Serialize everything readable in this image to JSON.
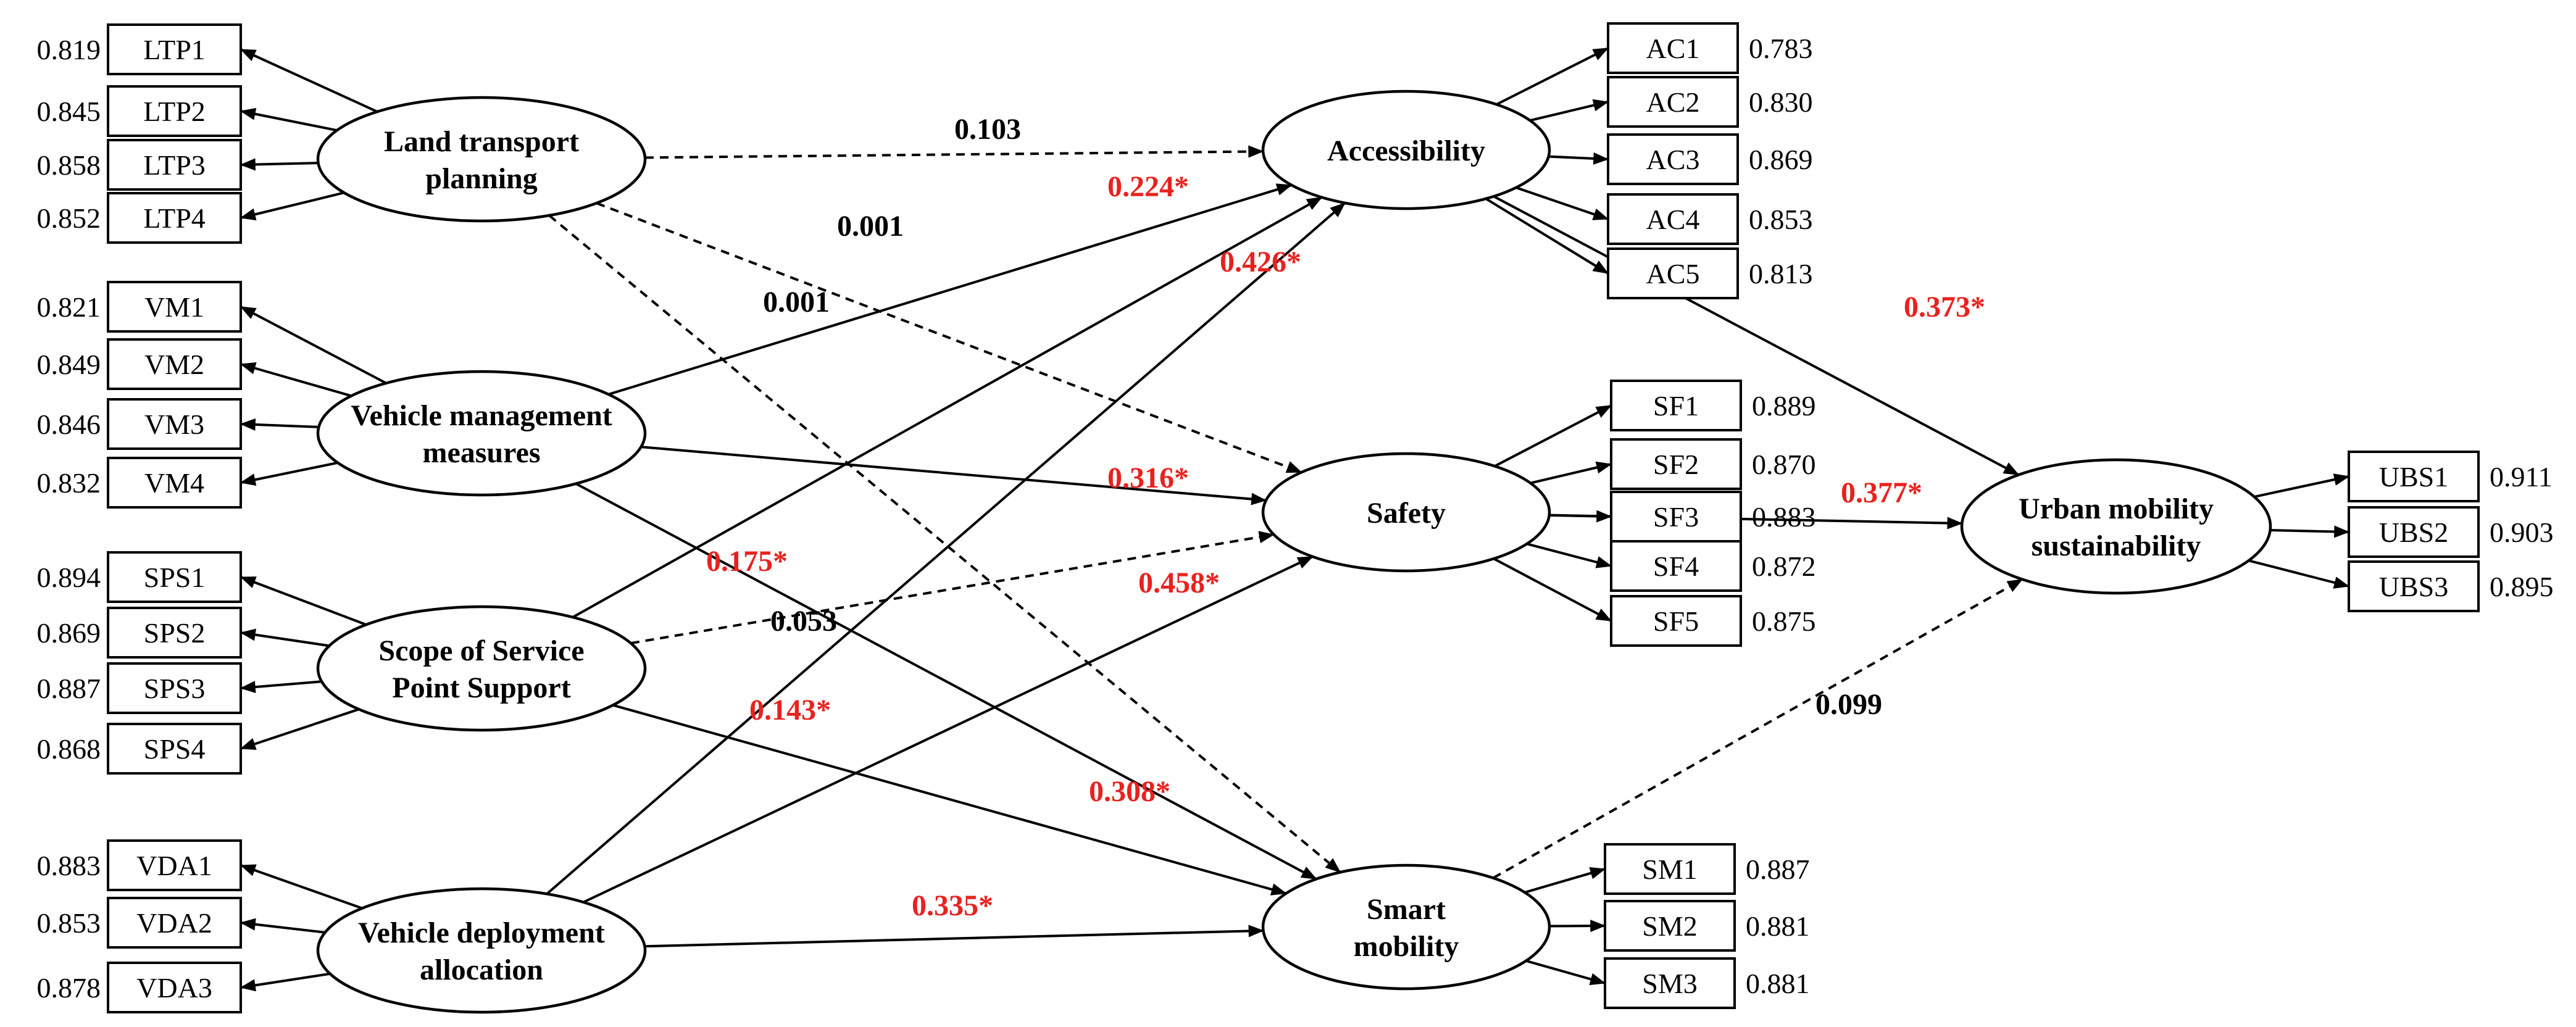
{
  "colors": {
    "significant": "#e8221f",
    "nonsignificant": "#000000"
  },
  "constructs": [
    {
      "id": "LTP",
      "lines": [
        "Land transport",
        "planning"
      ]
    },
    {
      "id": "VM",
      "lines": [
        "Vehicle management",
        "measures"
      ]
    },
    {
      "id": "SPS",
      "lines": [
        "Scope of Service",
        "Point Support"
      ]
    },
    {
      "id": "VDA",
      "lines": [
        "Vehicle deployment",
        "allocation"
      ]
    },
    {
      "id": "AC",
      "lines": [
        "Accessibility"
      ]
    },
    {
      "id": "SF",
      "lines": [
        "Safety"
      ]
    },
    {
      "id": "SM",
      "lines": [
        "Smart",
        "mobility"
      ]
    },
    {
      "id": "UBS",
      "lines": [
        "Urban mobility",
        "sustainability"
      ]
    }
  ],
  "indicators": [
    {
      "construct": "LTP",
      "name": "LTP1",
      "loading": "0.819"
    },
    {
      "construct": "LTP",
      "name": "LTP2",
      "loading": "0.845"
    },
    {
      "construct": "LTP",
      "name": "LTP3",
      "loading": "0.858"
    },
    {
      "construct": "LTP",
      "name": "LTP4",
      "loading": "0.852"
    },
    {
      "construct": "VM",
      "name": "VM1",
      "loading": "0.821"
    },
    {
      "construct": "VM",
      "name": "VM2",
      "loading": "0.849"
    },
    {
      "construct": "VM",
      "name": "VM3",
      "loading": "0.846"
    },
    {
      "construct": "VM",
      "name": "VM4",
      "loading": "0.832"
    },
    {
      "construct": "SPS",
      "name": "SPS1",
      "loading": "0.894"
    },
    {
      "construct": "SPS",
      "name": "SPS2",
      "loading": "0.869"
    },
    {
      "construct": "SPS",
      "name": "SPS3",
      "loading": "0.887"
    },
    {
      "construct": "SPS",
      "name": "SPS4",
      "loading": "0.868"
    },
    {
      "construct": "VDA",
      "name": "VDA1",
      "loading": "0.883"
    },
    {
      "construct": "VDA",
      "name": "VDA2",
      "loading": "0.853"
    },
    {
      "construct": "VDA",
      "name": "VDA3",
      "loading": "0.878"
    },
    {
      "construct": "AC",
      "name": "AC1",
      "loading": "0.783"
    },
    {
      "construct": "AC",
      "name": "AC2",
      "loading": "0.830"
    },
    {
      "construct": "AC",
      "name": "AC3",
      "loading": "0.869"
    },
    {
      "construct": "AC",
      "name": "AC4",
      "loading": "0.853"
    },
    {
      "construct": "AC",
      "name": "AC5",
      "loading": "0.813"
    },
    {
      "construct": "SF",
      "name": "SF1",
      "loading": "0.889"
    },
    {
      "construct": "SF",
      "name": "SF2",
      "loading": "0.870"
    },
    {
      "construct": "SF",
      "name": "SF3",
      "loading": "0.883"
    },
    {
      "construct": "SF",
      "name": "SF4",
      "loading": "0.872"
    },
    {
      "construct": "SF",
      "name": "SF5",
      "loading": "0.875"
    },
    {
      "construct": "SM",
      "name": "SM1",
      "loading": "0.887"
    },
    {
      "construct": "SM",
      "name": "SM2",
      "loading": "0.881"
    },
    {
      "construct": "SM",
      "name": "SM3",
      "loading": "0.881"
    },
    {
      "construct": "UBS",
      "name": "UBS1",
      "loading": "0.911"
    },
    {
      "construct": "UBS",
      "name": "UBS2",
      "loading": "0.903"
    },
    {
      "construct": "UBS",
      "name": "UBS3",
      "loading": "0.895"
    }
  ],
  "paths": [
    {
      "from": "LTP",
      "to": "AC",
      "coef": "0.103",
      "significant": false
    },
    {
      "from": "LTP",
      "to": "SF",
      "coef": "0.001",
      "significant": false
    },
    {
      "from": "LTP",
      "to": "SM",
      "coef": "0.001",
      "significant": false
    },
    {
      "from": "VM",
      "to": "AC",
      "coef": "0.224*",
      "significant": true
    },
    {
      "from": "VM",
      "to": "SF",
      "coef": "0.316*",
      "significant": true
    },
    {
      "from": "VM",
      "to": "SM",
      "coef": "0.308*",
      "significant": true
    },
    {
      "from": "SPS",
      "to": "AC",
      "coef": "0.175*",
      "significant": true
    },
    {
      "from": "SPS",
      "to": "SF",
      "coef": "0.053",
      "significant": false
    },
    {
      "from": "SPS",
      "to": "SM",
      "coef": "0.143*",
      "significant": true
    },
    {
      "from": "VDA",
      "to": "AC",
      "coef": "0.426*",
      "significant": true
    },
    {
      "from": "VDA",
      "to": "SF",
      "coef": "0.458*",
      "significant": true
    },
    {
      "from": "VDA",
      "to": "SM",
      "coef": "0.335*",
      "significant": true
    },
    {
      "from": "AC",
      "to": "UBS",
      "coef": "0.373*",
      "significant": true
    },
    {
      "from": "SF",
      "to": "UBS",
      "coef": "0.377*",
      "significant": true
    },
    {
      "from": "SM",
      "to": "UBS",
      "coef": "0.099",
      "significant": false
    }
  ]
}
